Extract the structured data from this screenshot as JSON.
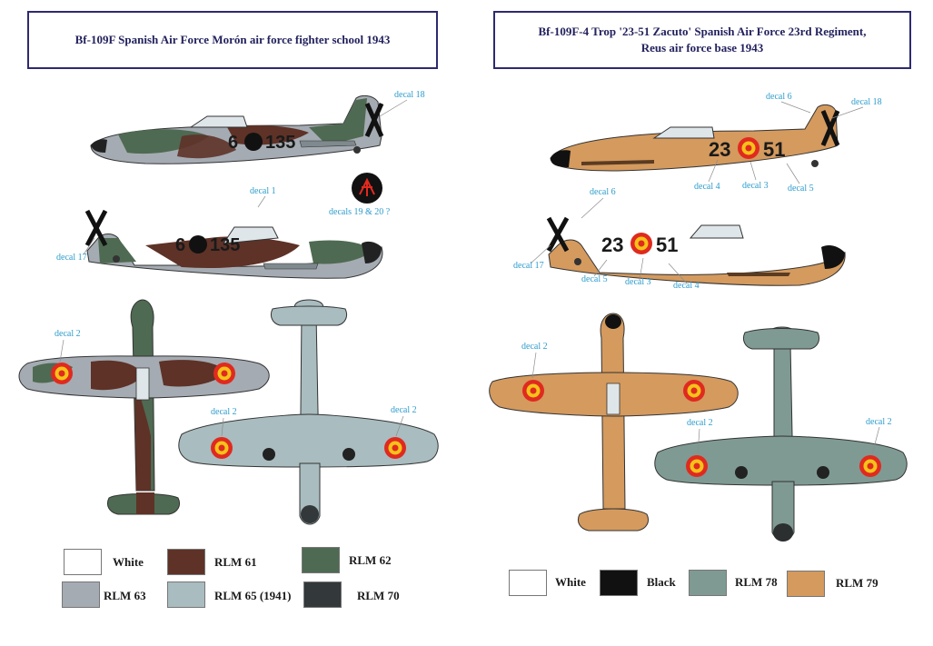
{
  "left": {
    "title": "Bf-109F Spanish Air Force  Morón air force fighter school 1943",
    "code_prefix": "6",
    "code_suffix": "135",
    "callouts": {
      "d18": "decal 18",
      "d1": "decal 1",
      "d1920": "decals 19 & 20 ?",
      "d17": "decal 17",
      "d2_wing": "decal 2",
      "d2_under_l": "decal 2",
      "d2_under_r": "decal 2"
    },
    "legend": [
      {
        "label": "White",
        "color": "#ffffff"
      },
      {
        "label": "RLM 61",
        "color": "#5e3227"
      },
      {
        "label": "RLM 62",
        "color": "#4f6a52"
      },
      {
        "label": "RLM 63",
        "color": "#a5abb2"
      },
      {
        "label": "RLM 65 (1941)",
        "color": "#a9bcbf"
      },
      {
        "label": "RLM 70",
        "color": "#33383a"
      }
    ]
  },
  "right": {
    "title_line1": "Bf-109F-4 Trop '23-51 Zacuto' Spanish Air Force 23rd Regiment,",
    "title_line2": "Reus air force base 1943",
    "code_a": "23",
    "code_b": "51",
    "callouts": {
      "d6_top": "decal 6",
      "d18": "decal 18",
      "d4_top": "decal 4",
      "d3_top": "decal 3",
      "d5_top": "decal 5",
      "d6_bot": "decal 6",
      "d17": "decal 17",
      "d5_bot": "decal 5",
      "d3_bot": "decal 3",
      "d4_bot": "decal 4",
      "d2_wing": "decal 2",
      "d2_under_l": "decal 2",
      "d2_under_r": "decal 2"
    },
    "legend": [
      {
        "label": "White",
        "color": "#ffffff"
      },
      {
        "label": "Black",
        "color": "#111111"
      },
      {
        "label": "RLM 78",
        "color": "#7f9a93"
      },
      {
        "label": "RLM 79",
        "color": "#d49a5e"
      }
    ]
  },
  "colors": {
    "title_text": "#23225e",
    "callout_text": "#2c9ccc",
    "roundel_red": "#e02a1f",
    "roundel_yellow": "#f4c21a"
  }
}
